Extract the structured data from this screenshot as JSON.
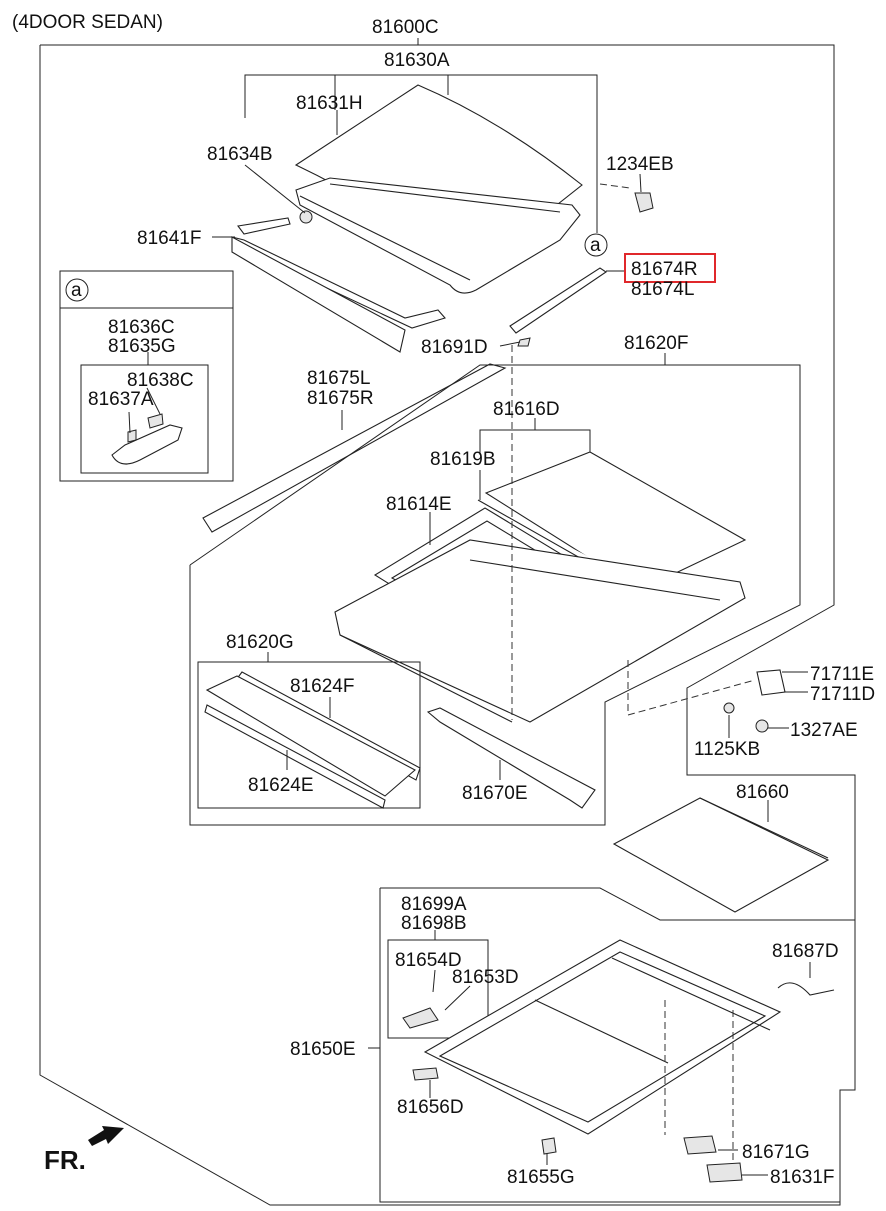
{
  "title": "(4DOOR SEDAN)",
  "fr_label": "FR.",
  "callout_a": "a",
  "highlight_color": "#e0282b",
  "labels": {
    "p81600C": "81600C",
    "p81630A": "81630A",
    "p81631H": "81631H",
    "p81634B": "81634B",
    "p1234EB": "1234EB",
    "p81641F": "81641F",
    "p81674R": "81674R",
    "p81674L": "81674L",
    "p81691D": "81691D",
    "p81620F": "81620F",
    "p81636C": "81636C",
    "p81635G": "81635G",
    "p81638C": "81638C",
    "p81637A": "81637A",
    "p81675L": "81675L",
    "p81675R": "81675R",
    "p81616D": "81616D",
    "p81619B": "81619B",
    "p81614E": "81614E",
    "p81620G": "81620G",
    "p81624F": "81624F",
    "p81624E": "81624E",
    "p81670E": "81670E",
    "p71711E": "71711E",
    "p71711D": "71711D",
    "p1327AE": "1327AE",
    "p1125KB": "1125KB",
    "p81660": "81660",
    "p81699A": "81699A",
    "p81698B": "81698B",
    "p81654D": "81654D",
    "p81653D": "81653D",
    "p81687D": "81687D",
    "p81650E": "81650E",
    "p81656D": "81656D",
    "p81671G": "81671G",
    "p81655G": "81655G",
    "p81631F": "81631F"
  }
}
